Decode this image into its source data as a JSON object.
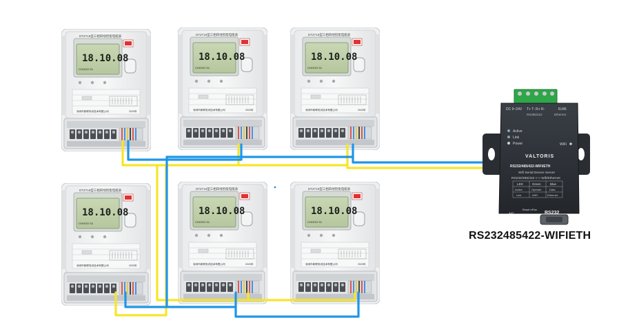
{
  "meters": [
    {
      "id": "m1",
      "title": "DTZ719型三相四线智能电能表",
      "lcd_reading": "18.10.08",
      "lcd_sub": "CHOOO  S1",
      "footer": "深圳市新联电讯技术有限公司",
      "year": "2020年"
    },
    {
      "id": "m2",
      "title": "DTZ719型三相四线智能电能表",
      "lcd_reading": "18.10.08",
      "lcd_sub": "CHOOO  S1",
      "footer": "深圳市新联电讯技术有限公司",
      "year": "2020年"
    },
    {
      "id": "m3",
      "title": "DTZ719型三相四线智能电能表",
      "lcd_reading": "18.10.08",
      "lcd_sub": "CHOOO  S1",
      "footer": "深圳市新联电讯技术有限公司",
      "year": "2020年"
    },
    {
      "id": "m4",
      "title": "DTZ719型三相四线智能电能表",
      "lcd_reading": "18.10.08",
      "lcd_sub": "CHOOO  S1",
      "footer": "深圳市新联电讯技术有限公司",
      "year": "2020年"
    },
    {
      "id": "m5",
      "title": "DTZ719型三相四线智能电能表",
      "lcd_reading": "18.10.08",
      "lcd_sub": "CHOOO  S1",
      "footer": "深圳市新联电讯技术有限公司",
      "year": "2020年"
    },
    {
      "id": "m6",
      "title": "DTZ719型三相四线智能电能表",
      "lcd_reading": "18.10.08",
      "lcd_sub": "CHOOO  S1",
      "footer": "深圳市新联电讯技术有限公司",
      "year": "2020年"
    }
  ],
  "device": {
    "brand": "VALTORIS",
    "port_labels": {
      "dc": "DC\n9~24V",
      "rs485": "T+ T- R+ R-",
      "rs485_name": "RS485/422",
      "rj45": "RJ45",
      "ethernet": "Ethernet"
    },
    "leds": [
      "Active",
      "Link",
      "Power"
    ],
    "wifi_label": "WiFi",
    "model_line": "RS232/485/422-WIFI/ETH",
    "subtitle": "Wifi Serial Device Server",
    "subtitle2": "RS232/485/422 <-> Wifi/Ethernet",
    "table_headers": [
      "LED",
      "Green",
      "Blue"
    ],
    "table_row1": [
      "Active",
      "Operate",
      "Data"
    ],
    "table_row2": [
      "Link",
      "WiFi",
      "Ethernet"
    ],
    "bottom_labels": {
      "ant": "ANT",
      "reset": "Reset\nnPan",
      "rs232": "RS232"
    }
  },
  "product_label": "RS232485422-WIFIETH",
  "colors": {
    "wire_blue": "#1E96E8",
    "wire_yellow": "#F6E52A",
    "device_body": "#2E3238",
    "terminal_green": "#2FA64A"
  }
}
